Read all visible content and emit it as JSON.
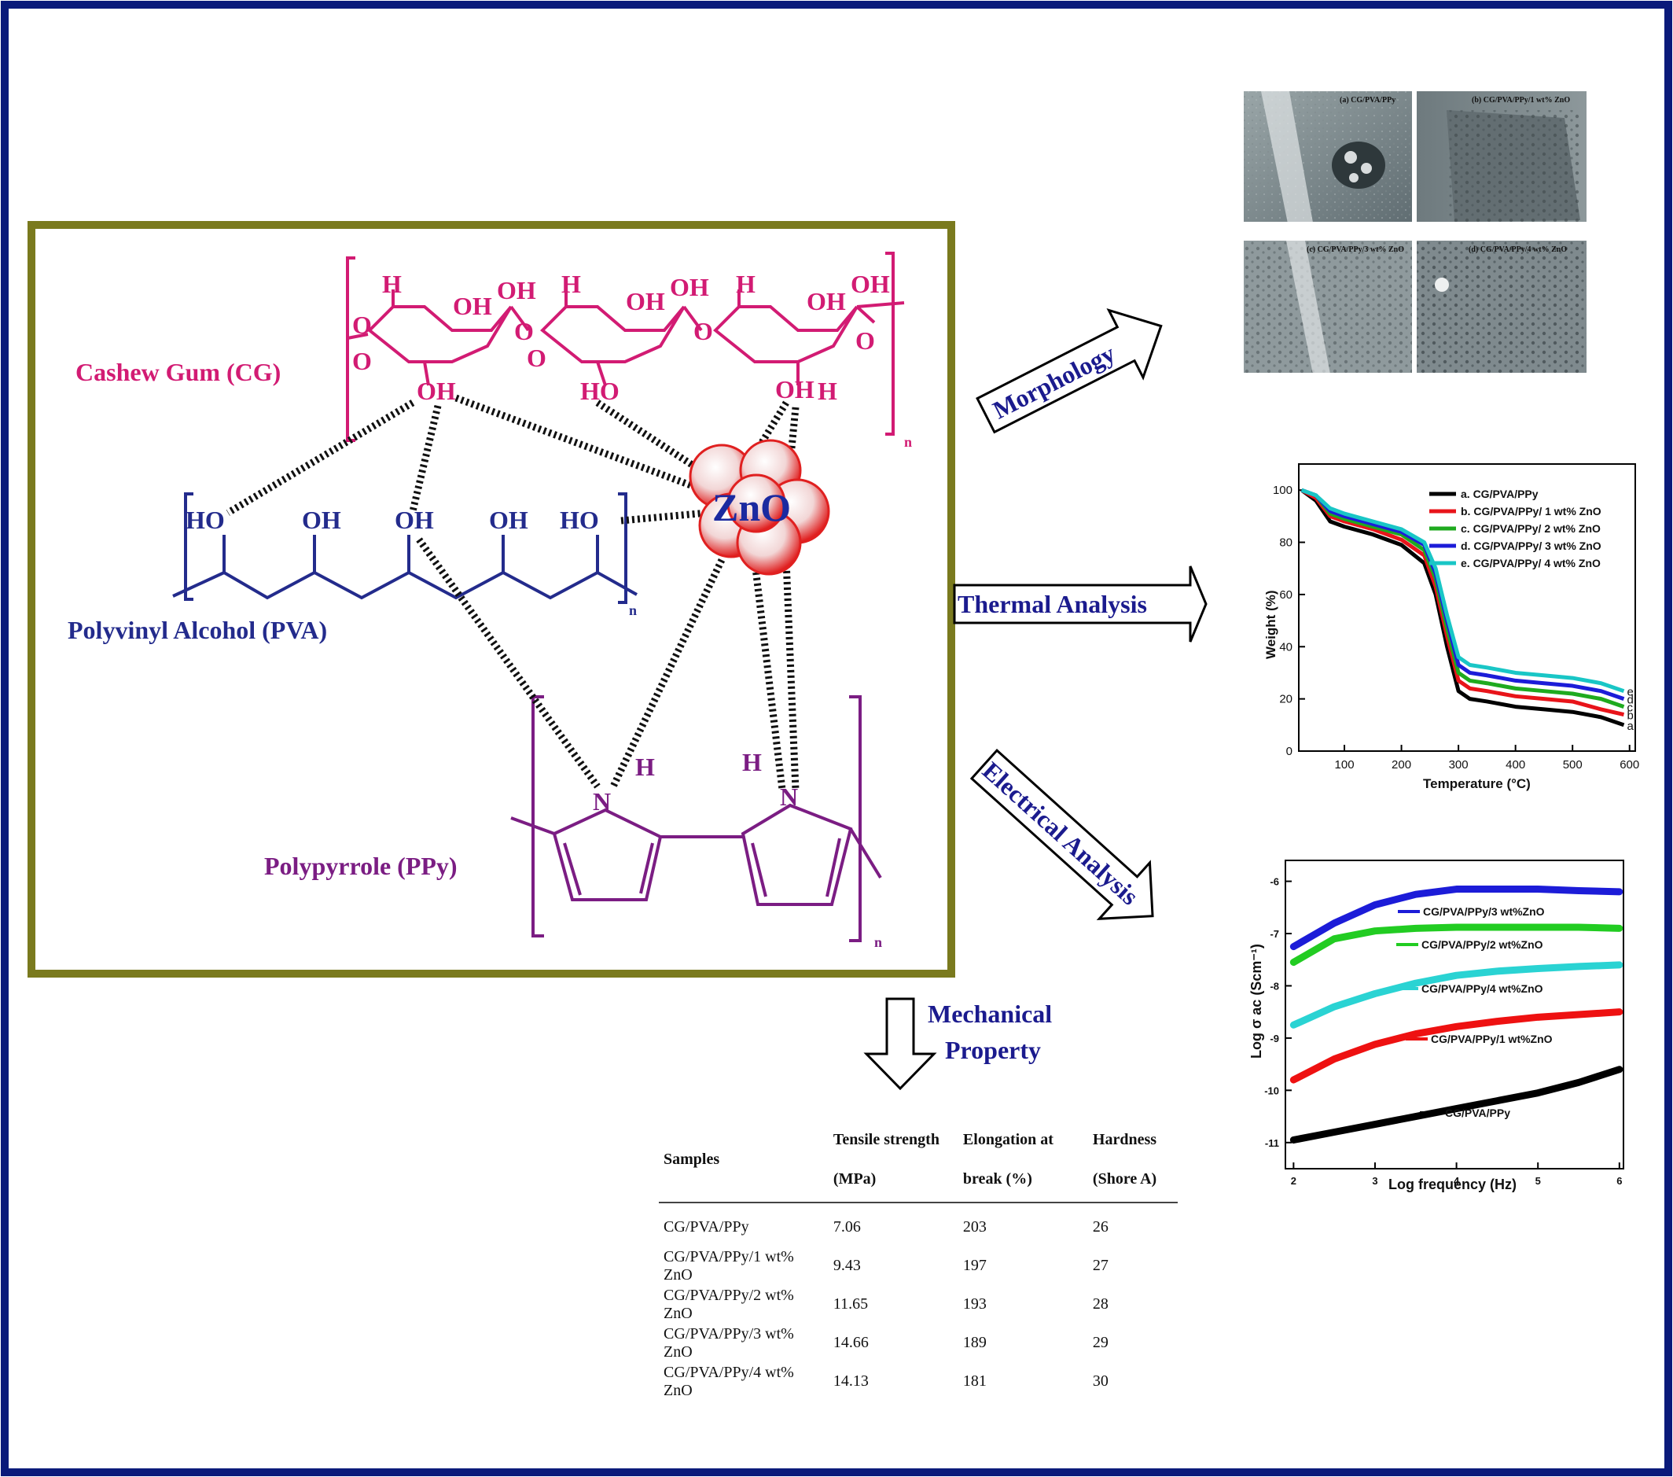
{
  "colors": {
    "frame": "#0a1a7a",
    "box_border": "#7a7a1e",
    "cg": "#d21b73",
    "pva": "#232b8c",
    "ppy": "#7b1d83",
    "zno": "#1b2aa0"
  },
  "structure": {
    "cg_label": "Cashew Gum (CG)",
    "pva_label": "Polyvinyl Alcohol (PVA)",
    "ppy_label": "Polypyrrole (PPy)",
    "zno_label": "ZnO",
    "cg_atoms": [
      "H",
      "OH",
      "OH",
      "H",
      "OH",
      "OH",
      "H",
      "OH",
      "OH",
      "O",
      "O",
      "O",
      "O",
      "O",
      "O",
      "OH",
      "HO",
      "OH",
      "H"
    ],
    "pva_groups": [
      "HO",
      "OH",
      "OH",
      "OH",
      "HO"
    ],
    "ppy_atoms": [
      "H",
      "N",
      "H",
      "N"
    ],
    "subscript": "n"
  },
  "arrows": {
    "morphology": "Morphology",
    "thermal": "Thermal Analysis",
    "electrical": "Electrical Analysis",
    "mechanical_line1": "Mechanical",
    "mechanical_line2": "Property"
  },
  "sem": {
    "panels": [
      "(a) CG/PVA/PPy",
      "(b) CG/PVA/PPy/1 wt% ZnO",
      "(c) CG/PVA/PPy/3 wt% ZnO",
      "(d) CG/PVA/PPy/4 wt% ZnO"
    ]
  },
  "tga_chart": {
    "chart_data": {
      "type": "line",
      "xlabel": "Temperature (°C)",
      "ylabel": "Weight (%)",
      "xlim": [
        20,
        610
      ],
      "ylim": [
        0,
        110
      ],
      "xticks": [
        100,
        200,
        300,
        400,
        500,
        600
      ],
      "yticks": [
        0,
        20,
        40,
        60,
        80,
        100
      ],
      "legend": "top-right",
      "series": [
        {
          "name": "a. CG/PVA/PPy",
          "end_label": "a",
          "color": "#000000",
          "x": [
            25,
            50,
            75,
            100,
            150,
            200,
            240,
            260,
            280,
            300,
            320,
            350,
            400,
            450,
            500,
            550,
            590
          ],
          "y": [
            100,
            96,
            88,
            86,
            83,
            79,
            72,
            60,
            40,
            23,
            20,
            19,
            17,
            16,
            15,
            13,
            10
          ]
        },
        {
          "name": "b. CG/PVA/PPy/ 1 wt% ZnO",
          "end_label": "b",
          "color": "#e8141a",
          "x": [
            25,
            50,
            75,
            100,
            150,
            200,
            240,
            260,
            280,
            300,
            320,
            350,
            400,
            450,
            500,
            550,
            590
          ],
          "y": [
            100,
            97,
            90,
            88,
            85,
            81,
            75,
            63,
            44,
            27,
            24,
            23,
            21,
            20,
            19,
            16,
            14
          ]
        },
        {
          "name": "c. CG/PVA/PPy/ 2 wt% ZnO",
          "end_label": "c",
          "color": "#1faa1f",
          "x": [
            25,
            50,
            75,
            100,
            150,
            200,
            240,
            260,
            280,
            300,
            320,
            350,
            400,
            450,
            500,
            550,
            590
          ],
          "y": [
            100,
            98,
            91,
            89,
            86,
            83,
            77,
            66,
            47,
            30,
            27,
            26,
            24,
            23,
            22,
            20,
            17
          ]
        },
        {
          "name": "d. CG/PVA/PPy/ 3 wt% ZnO",
          "end_label": "d",
          "color": "#1c1cd8",
          "x": [
            25,
            50,
            75,
            100,
            150,
            200,
            240,
            260,
            280,
            300,
            320,
            350,
            400,
            450,
            500,
            550,
            590
          ],
          "y": [
            100,
            98,
            92,
            90,
            87,
            84,
            79,
            68,
            50,
            33,
            30,
            29,
            27,
            26,
            25,
            23,
            20
          ]
        },
        {
          "name": "e. CG/PVA/PPy/ 4 wt% ZnO",
          "end_label": "e",
          "color": "#19c6c6",
          "x": [
            25,
            50,
            75,
            100,
            150,
            200,
            240,
            260,
            280,
            300,
            320,
            350,
            400,
            450,
            500,
            550,
            590
          ],
          "y": [
            100,
            98,
            93,
            91,
            88,
            85,
            80,
            70,
            52,
            36,
            33,
            32,
            30,
            29,
            28,
            26,
            23
          ]
        }
      ]
    }
  },
  "ac_chart": {
    "chart_data": {
      "type": "line",
      "xlabel": "Log frequency (Hz)",
      "ylabel": "Log σ ac (Scm⁻¹)",
      "xlim": [
        1.9,
        6.05
      ],
      "ylim": [
        -11.5,
        -5.6
      ],
      "xticks": [
        2,
        3,
        4,
        5,
        6
      ],
      "yticks": [
        -11,
        -10,
        -9,
        -8,
        -7,
        -6
      ],
      "series": [
        {
          "name": "CG/PVA/PPy/3 wt%ZnO",
          "color": "#1c1cd8",
          "x": [
            2,
            2.5,
            3,
            3.5,
            4,
            4.5,
            5,
            5.5,
            6
          ],
          "y": [
            -7.25,
            -6.8,
            -6.45,
            -6.25,
            -6.15,
            -6.15,
            -6.15,
            -6.18,
            -6.2
          ]
        },
        {
          "name": "CG/PVA/PPy/2 wt%ZnO",
          "color": "#22cc22",
          "x": [
            2,
            2.5,
            3,
            3.5,
            4,
            4.5,
            5,
            5.5,
            6
          ],
          "y": [
            -7.55,
            -7.1,
            -6.95,
            -6.9,
            -6.88,
            -6.88,
            -6.88,
            -6.88,
            -6.9
          ]
        },
        {
          "name": "CG/PVA/PPy/4 wt%ZnO",
          "color": "#2ad3d3",
          "x": [
            2,
            2.5,
            3,
            3.5,
            4,
            4.5,
            5,
            5.5,
            6
          ],
          "y": [
            -8.75,
            -8.4,
            -8.15,
            -7.95,
            -7.8,
            -7.72,
            -7.67,
            -7.63,
            -7.6
          ]
        },
        {
          "name": "CG/PVA/PPy/1 wt%ZnO",
          "color": "#ee1111",
          "x": [
            2,
            2.5,
            3,
            3.5,
            4,
            4.5,
            5,
            5.5,
            6
          ],
          "y": [
            -9.8,
            -9.4,
            -9.12,
            -8.92,
            -8.78,
            -8.68,
            -8.6,
            -8.55,
            -8.5
          ]
        },
        {
          "name": "CG/PVA/PPy",
          "color": "#000000",
          "x": [
            2,
            2.5,
            3,
            3.5,
            4,
            4.5,
            5,
            5.5,
            6
          ],
          "y": [
            -10.95,
            -10.8,
            -10.65,
            -10.5,
            -10.35,
            -10.2,
            -10.05,
            -9.85,
            -9.6
          ]
        }
      ]
    }
  },
  "mechanical_table": {
    "headers": [
      "Samples",
      "Tensile strength (MPa)",
      "Elongation at break (%)",
      "Hardness (Shore A)"
    ],
    "rows": [
      [
        "CG/PVA/PPy",
        "7.06",
        "203",
        "26"
      ],
      [
        "CG/PVA/PPy/1 wt% ZnO",
        "9.43",
        "197",
        "27"
      ],
      [
        "CG/PVA/PPy/2 wt% ZnO",
        "11.65",
        "193",
        "28"
      ],
      [
        "CG/PVA/PPy/3 wt% ZnO",
        "14.66",
        "189",
        "29"
      ],
      [
        "CG/PVA/PPy/4 wt% ZnO",
        "14.13",
        "181",
        "30"
      ]
    ]
  }
}
